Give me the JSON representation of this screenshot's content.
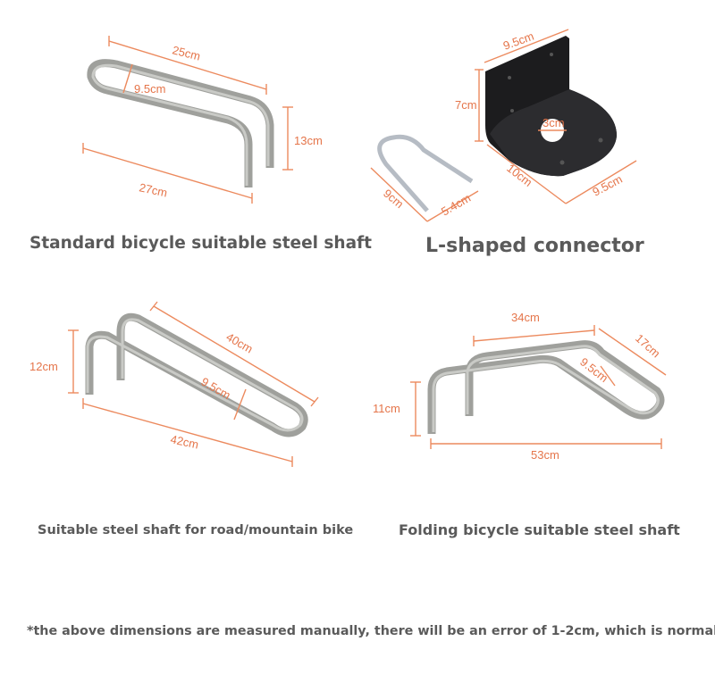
{
  "accent_color": "#e5754a",
  "panels": [
    {
      "caption": "Standard bicycle suitable steel shaft",
      "dims": {
        "length_top": "25cm",
        "width": "9.5cm",
        "height": "13cm",
        "length_bottom": "27cm"
      }
    },
    {
      "caption": "L-shaped connector",
      "dims": {
        "plate_width": "9.5cm",
        "plate_height": "7cm",
        "hole": "3cm",
        "base_length": "10cm",
        "base_width": "9.5cm",
        "bolt_length": "9cm",
        "bolt_width": "5.4cm"
      }
    },
    {
      "caption": "Suitable steel shaft for road/mountain bike",
      "dims": {
        "length_top": "40cm",
        "height": "12cm",
        "width": "9.5cm",
        "length_bottom": "42cm"
      }
    },
    {
      "caption": "Folding bicycle suitable steel shaft",
      "dims": {
        "length_top": "34cm",
        "side": "17cm",
        "width": "9.5cm",
        "height": "11cm",
        "length_bottom": "53cm"
      }
    }
  ],
  "footnote": "*the above dimensions are measured manually, there will be an error of 1-2cm, which is normal"
}
